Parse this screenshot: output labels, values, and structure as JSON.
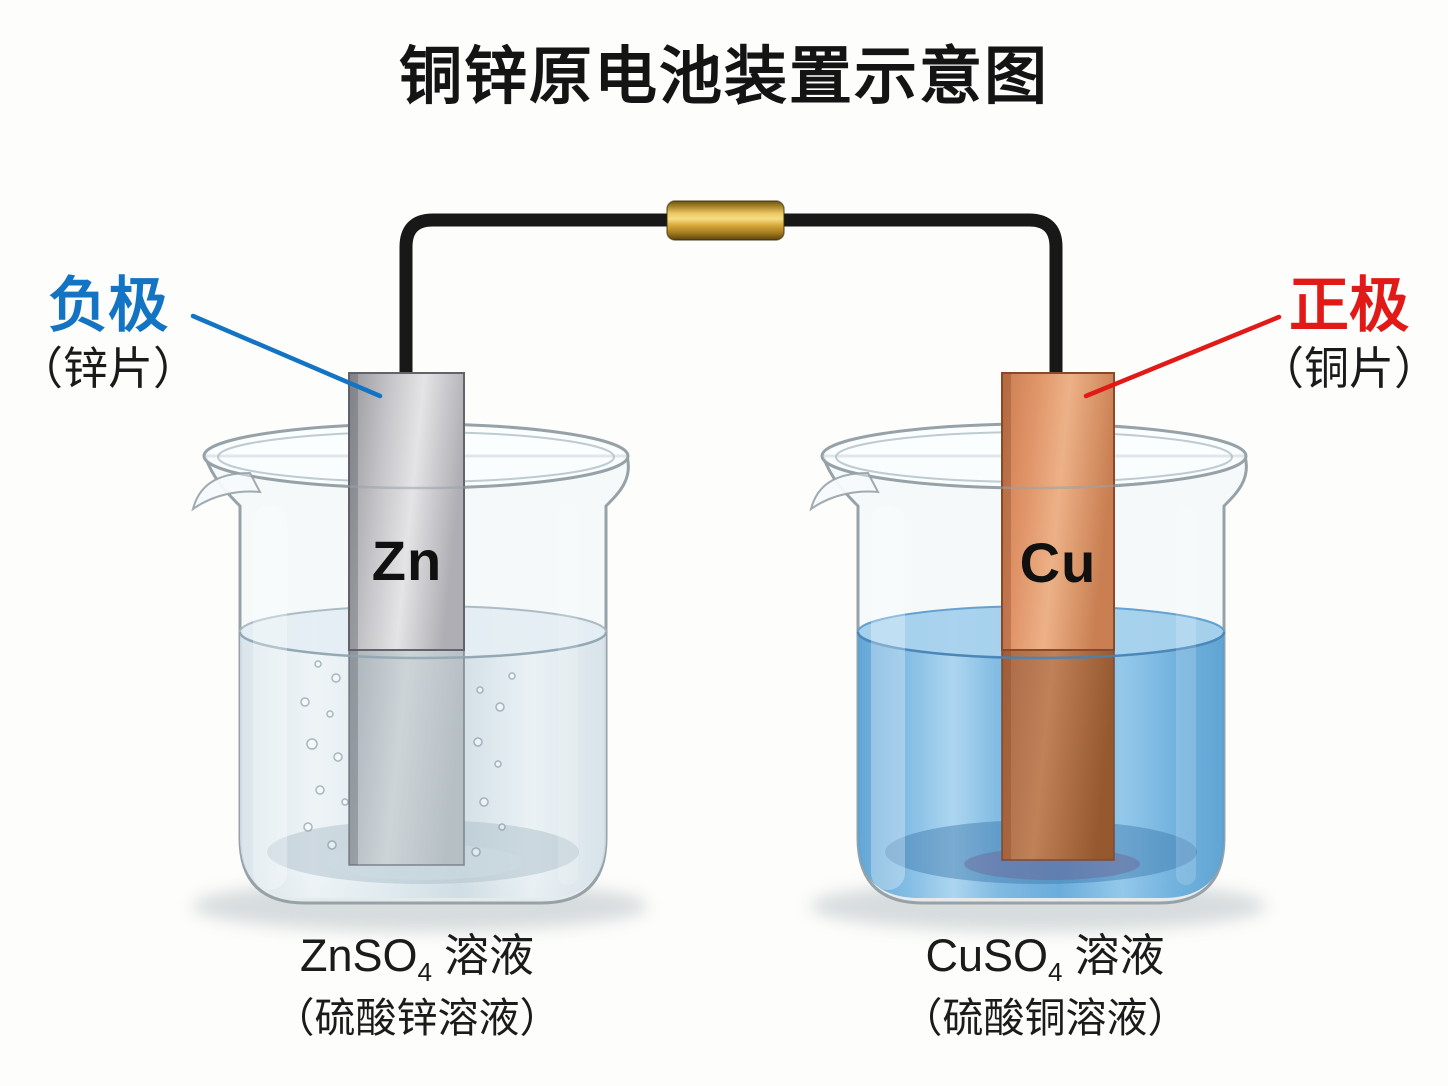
{
  "title": "铜锌原电池装置示意图",
  "colors": {
    "negative_accent": "#1474c4",
    "positive_accent": "#e11a18",
    "wire": "#181818",
    "connector_gold": "#e6c35f",
    "zinc_plate": "#c6c6ca",
    "copper_plate": "#e09468",
    "zinc_solution": "#dfeaf0",
    "copper_solution": "#6fb1de"
  },
  "negative_electrode": {
    "polarity": "负极",
    "material": "（锌片）",
    "symbol": "Zn",
    "solution_formula": "ZnSO",
    "solution_subscript": "4",
    "solution_suffix": "溶液",
    "solution_name": "（硫酸锌溶液）"
  },
  "positive_electrode": {
    "polarity": "正极",
    "material": "（铜片）",
    "symbol": "Cu",
    "solution_formula": "CuSO",
    "solution_subscript": "4",
    "solution_suffix": "溶液",
    "solution_name": "（硫酸铜溶液）"
  }
}
